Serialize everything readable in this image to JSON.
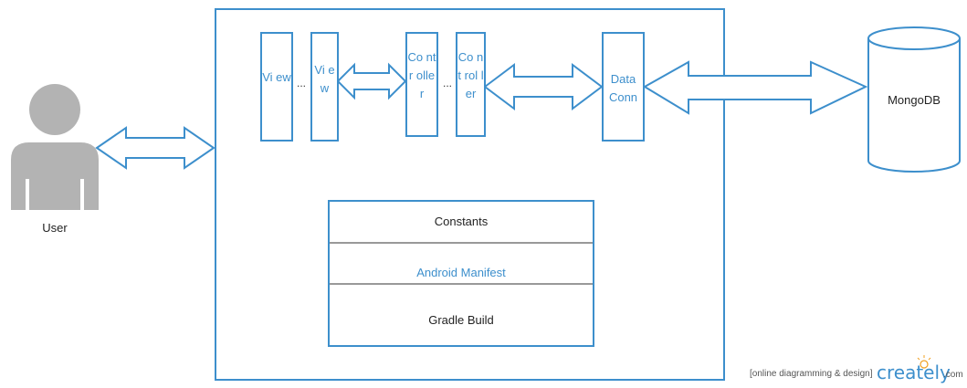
{
  "user": {
    "label": "User"
  },
  "app": {
    "views": [
      {
        "text": "Vi ew"
      },
      {
        "text": "Vi e w"
      }
    ],
    "view_ellipsis": "...",
    "controllers": [
      {
        "text": "Co ntr olle r"
      },
      {
        "text": "Co nt rol ler"
      }
    ],
    "controller_ellipsis": "...",
    "dataconn": {
      "text": "Data Conn"
    },
    "layers": {
      "constants": "Constants",
      "manifest": "Android Manifest",
      "gradle": "Gradle Build"
    }
  },
  "database": {
    "label": "MongoDB"
  },
  "footer": {
    "tagline": "[online diagramming & design]",
    "brand": "creately",
    "domain": ".com"
  },
  "colors": {
    "accent": "#3d8fcc",
    "user_fill": "#b3b3b3",
    "separator": "#999999",
    "manifest_text": "#3d8fcc"
  }
}
